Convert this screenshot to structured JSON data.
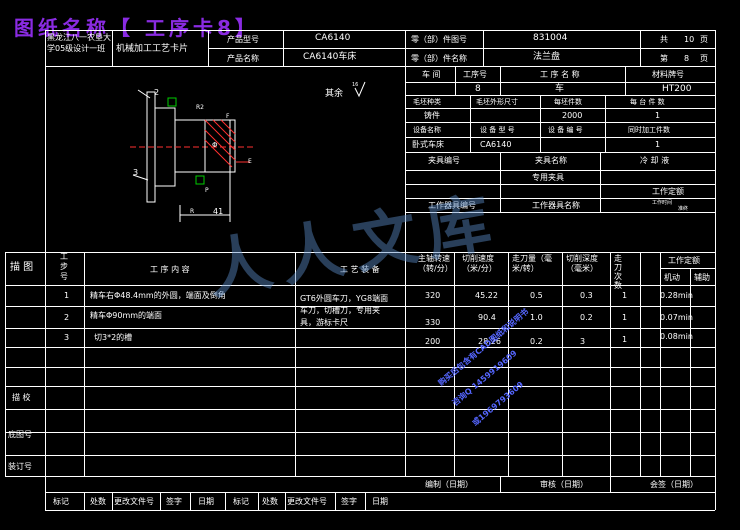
{
  "banner": {
    "title": "图纸名称【 工序卡8】"
  },
  "header": {
    "school": "黑龙江八一农垦大学05级设计一班",
    "card_title": "机械加工工艺卡片",
    "product_model_label": "产品型号",
    "product_model": "CA6140",
    "product_name_label": "产品名称",
    "product_name": "CA6140车床",
    "part_no_label": "零（部）件图号",
    "part_no": "831004",
    "part_name_label": "零（部）件名称",
    "part_name": "法兰盘",
    "total_label": "共",
    "total_value": "10",
    "page_unit": "页",
    "sheet_label": "第",
    "sheet_value": "8",
    "page_unit2": "页"
  },
  "drawing": {
    "roughness": "其余",
    "roughness_value": "16",
    "dim_2": "2",
    "dim_3": "3",
    "dim_41": "41",
    "dim_r": "R",
    "dim_e": "E",
    "dim_p": "P",
    "dim_f": "F",
    "dim_r2": "R2",
    "dim_phi": "Φ"
  },
  "info": {
    "col_workshop": "车 间",
    "col_op_no": "工序号",
    "col_op_name": "工 序 名 称",
    "col_material": "材料牌号",
    "op_no": "8",
    "op_name": "车",
    "material": "HT200",
    "blank_type_label": "毛坯种类",
    "blank_size_label": "毛坯外形尺寸",
    "blank_qty_label": "每坯件数",
    "part_qty_label": "每 台 件 数",
    "blank_type": "铸件",
    "blank_qty": "2000",
    "part_qty": "1",
    "equip_name_label": "设备名称",
    "equip_model_label": "设 备 型 号",
    "equip_no_label": "设 备 编 号",
    "simul_label": "同时加工件数",
    "equip_name": "卧式车床",
    "equip_model": "CA6140",
    "simul_qty": "1",
    "fixture_no_label": "夹具编号",
    "fixture_name_label": "夹具名称",
    "coolant_label": "冷 却 液",
    "fixture_name": "专用夹具",
    "station_tool_no_label": "工作器具编号",
    "station_tool_name_label": "工作器具名称",
    "time_quota_label": "工作定额",
    "time_prep": "工作时间",
    "time_unit": "准终"
  },
  "ops_header": {
    "sketch": "描 图",
    "step_no": "工步号",
    "content": "工 序 内 容",
    "equipment": "工 艺 装 备",
    "spindle": "主轴转速（转/分）",
    "cut_speed": "切削速度（米/分）",
    "feed": "走刀量（毫米/转）",
    "depth": "切削深度（毫米）",
    "passes": "走刀次数",
    "time": "工作定额",
    "time_basic": "机动",
    "time_aux": "辅助"
  },
  "ops": [
    {
      "no": "1",
      "content": "精车右Φ48.4mm的外圆，端面及倒角",
      "spindle": "320",
      "speed": "45.22",
      "feed": "0.5",
      "depth": "0.3",
      "passes": "1",
      "time": "0.28min"
    },
    {
      "no": "2",
      "content": "精车Φ90mm的端面",
      "spindle": "330",
      "speed": "90.4",
      "feed": "1.0",
      "depth": "0.2",
      "passes": "1",
      "time": "0.07min"
    },
    {
      "no": "3",
      "content": "切3*2的槽",
      "spindle": "200",
      "speed": "28.26",
      "feed": "0.2",
      "depth": "3",
      "passes": "1",
      "time": "0.08min"
    }
  ],
  "equipment_text": [
    "GT6外圆车刀，YG8端面",
    "车刀，切槽刀，专用夹",
    "具，游标卡尺"
  ],
  "left_labels": {
    "trace": "描 校",
    "base_no": "底图号",
    "bind_no": "装订号"
  },
  "footer": {
    "mark": "标记",
    "count": "处数",
    "change_doc": "更改文件号",
    "sign": "签字",
    "date": "日期",
    "mark2": "标记",
    "count2": "处数",
    "change_doc2": "更改文件号",
    "sign2": "签字",
    "date2": "日期",
    "design": "编制（日期）",
    "review": "审核（日期）",
    "approve": "会签（日期）"
  },
  "watermark": {
    "text": "人人文库",
    "blue": [
      "购买后包含有CAD图纸和说明书",
      "咨询Q 1459919609",
      "或1969793609"
    ]
  }
}
